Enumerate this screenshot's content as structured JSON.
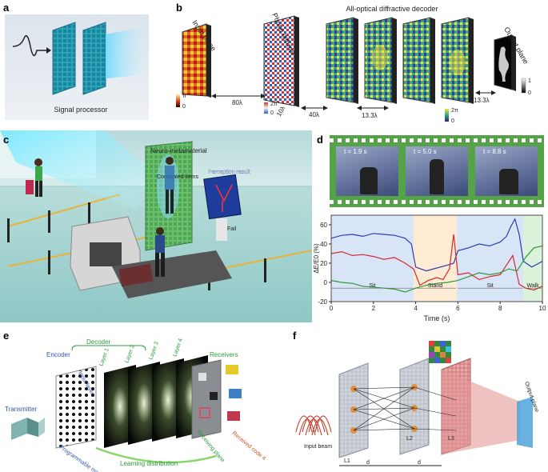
{
  "panels": {
    "a": {
      "letter": "a",
      "caption": "Signal processor"
    },
    "b": {
      "letter": "b",
      "title": "All-optical diffractive decoder",
      "input_plane": "Input plane",
      "phase_diffuser": "Phase diffuser",
      "output_plane": "Output plane",
      "dist_80": "80λ",
      "dist_10": "10λ",
      "dist_40": "40λ",
      "dist_133a": "13.3λ",
      "dist_133b": "13.3λ",
      "cb1_top": "π",
      "cb1_bot": "0",
      "cb2_top": "2π",
      "cb2_bot": "0",
      "cb3_top": "2π",
      "cb3_bot": "0",
      "cb4_top": "1",
      "cb4_bot": "0"
    },
    "c": {
      "letter": "c",
      "neuro": "Neuro-metamaterial",
      "concealed": "Concealed items",
      "perception": "Perception result",
      "fail": "Fail"
    },
    "d": {
      "letter": "d",
      "frames": [
        "t = 1.9 s",
        "t = 5.0 s",
        "t = 8.8 s"
      ],
      "segments": [
        "Sit",
        "Stand",
        "Sit",
        "Walk"
      ]
    },
    "e": {
      "letter": "e",
      "decoder": "Decoder",
      "encoder": "Encoder",
      "receivers": "Receivers",
      "transmitter": "Transmitter",
      "input_layer": "Input layer",
      "layer1": "Layer 1",
      "layer2": "Layer 2",
      "layer3": "Layer 3",
      "layer4": "Layer 4",
      "prog_mask": "Programmable mask",
      "receiving_plane": "Receiving plane",
      "received_code": "Received code 4",
      "learning": "Learning distribution"
    },
    "f": {
      "letter": "f",
      "input_beam": "Input beam",
      "output_plane": "Output plane",
      "l1": "L1",
      "l2": "L2",
      "l3": "L3",
      "d1": "d",
      "d2": "d"
    }
  },
  "chart_data": {
    "type": "line",
    "xlabel": "Time (s)",
    "ylabel": "ΔE/E0 (%)",
    "xlim": [
      0,
      10
    ],
    "ylim": [
      -20,
      70
    ],
    "xticks": [
      0,
      2,
      4,
      6,
      8,
      10
    ],
    "yticks": [
      -20,
      0,
      20,
      40,
      60
    ],
    "grid": false,
    "regions": [
      {
        "label": "Sit",
        "x0": 0,
        "x1": 3.9,
        "color": "#c7daf2"
      },
      {
        "label": "Stand",
        "x0": 3.9,
        "x1": 5.95,
        "color": "#fce3c2"
      },
      {
        "label": "Sit",
        "x0": 5.95,
        "x1": 9.1,
        "color": "#c7daf2"
      },
      {
        "label": "Walk",
        "x0": 9.1,
        "x1": 10,
        "color": "#cdeccb"
      }
    ],
    "series": [
      {
        "color": "#2a3fae",
        "x": [
          0,
          0.5,
          1,
          1.5,
          2,
          2.5,
          3,
          3.5,
          3.8,
          4.0,
          4.5,
          5.0,
          5.5,
          5.8,
          6.0,
          6.5,
          7.0,
          7.5,
          8.0,
          8.3,
          8.5,
          8.7,
          8.9,
          9.1,
          9.5,
          10
        ],
        "y": [
          46,
          49,
          50,
          48,
          51,
          50,
          49,
          46,
          40,
          16,
          12,
          15,
          18,
          20,
          33,
          36,
          40,
          38,
          42,
          48,
          58,
          66,
          50,
          22,
          16,
          22
        ]
      },
      {
        "color": "#d8262f",
        "x": [
          0,
          0.5,
          1,
          1.5,
          2,
          2.5,
          3,
          3.5,
          3.9,
          4.2,
          4.6,
          5.0,
          5.3,
          5.6,
          5.8,
          6.0,
          6.5,
          7.0,
          7.5,
          8.0,
          8.3,
          8.6,
          8.9,
          9.2,
          9.6,
          10
        ],
        "y": [
          30,
          32,
          28,
          29,
          27,
          24,
          26,
          20,
          14,
          -3,
          2,
          5,
          3,
          14,
          50,
          8,
          10,
          3,
          6,
          8,
          18,
          28,
          -2,
          -6,
          -8,
          -4
        ]
      },
      {
        "color": "#2c9a3a",
        "x": [
          0,
          0.5,
          1,
          1.5,
          2,
          2.5,
          3,
          3.5,
          4,
          4.5,
          5,
          5.5,
          6,
          6.5,
          7,
          7.5,
          8,
          8.4,
          8.8,
          9.2,
          9.6,
          10
        ],
        "y": [
          2,
          0,
          -1,
          -4,
          -5,
          -6,
          -7,
          -10,
          -6,
          -3,
          -1,
          0,
          2,
          6,
          10,
          8,
          10,
          14,
          12,
          26,
          36,
          38
        ]
      }
    ]
  }
}
